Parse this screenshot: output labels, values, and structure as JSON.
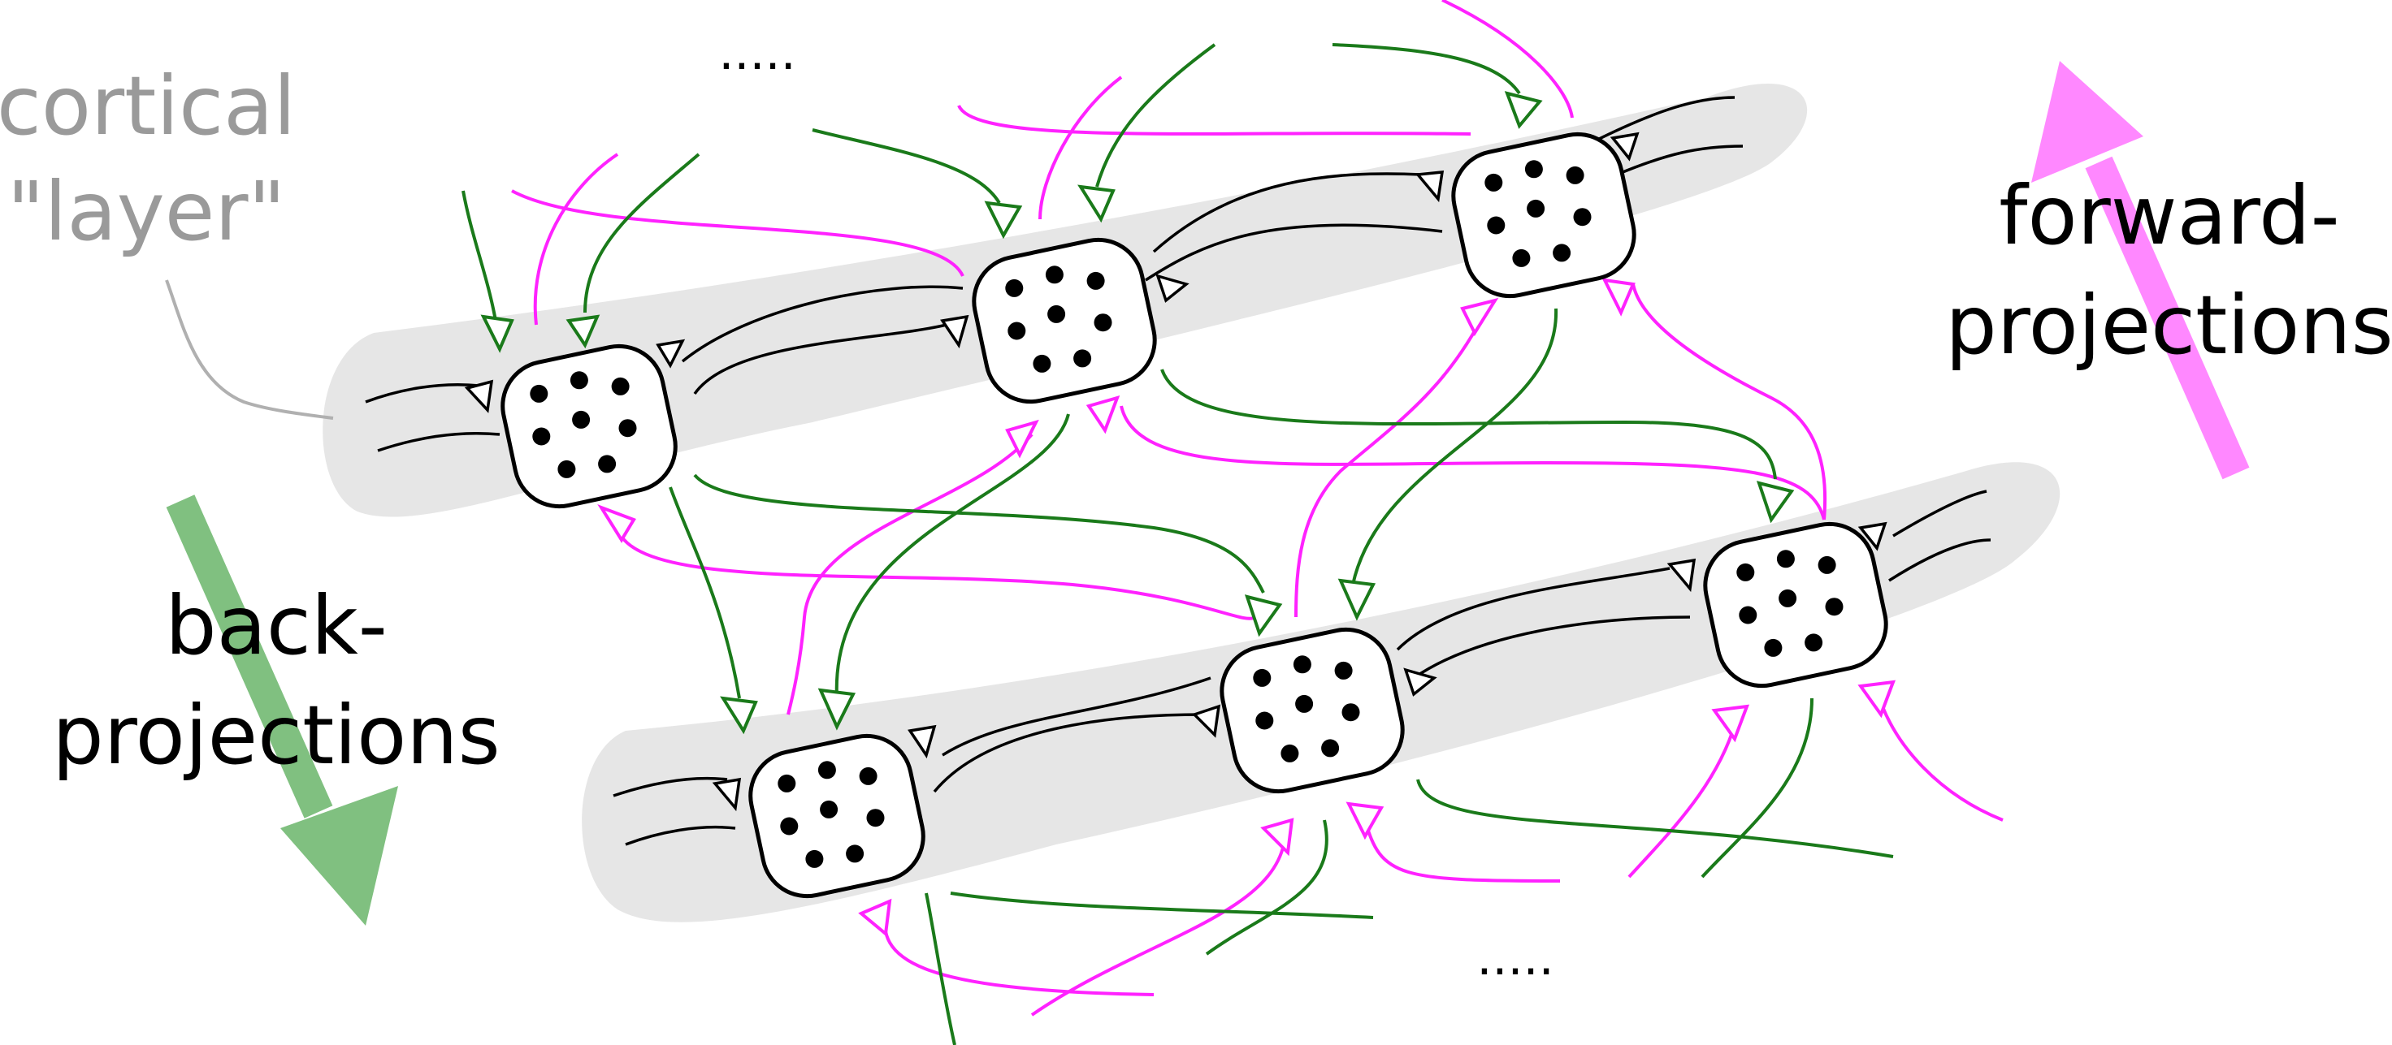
{
  "labels": {
    "cortical_layer_line1": "cortical",
    "cortical_layer_line2": "\"layer\"",
    "forward_line1": "forward-",
    "forward_line2": "projections",
    "back_line1": "back-",
    "back_line2": "projections",
    "ellipsis_top": ".....",
    "ellipsis_bottom": "....."
  },
  "colors": {
    "layer_fill": "#e6e6e6",
    "cell_stroke": "#000000",
    "lateral": "#000000",
    "forward": "#ff22ff",
    "back": "#1a7a1a",
    "forward_arrow": "#ff88ff",
    "back_arrow": "#80c080",
    "layer_label": "#9a9a9a",
    "pointer_line": "#b0b0b0"
  },
  "icons": {
    "cell": "neuron-cell-icon",
    "synapse": "triangle-synapse-icon"
  },
  "diagram": {
    "layers": [
      "upper-layer",
      "lower-layer"
    ],
    "cells_per_layer": 3,
    "dots_per_cell": 8
  }
}
